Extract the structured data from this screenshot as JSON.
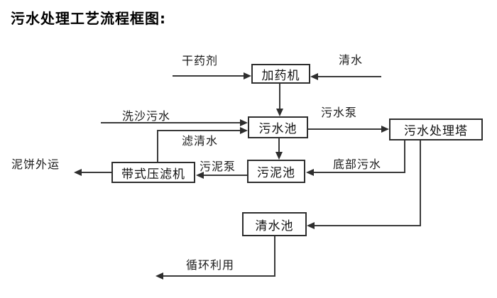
{
  "title": "污水处理工艺流程框图:",
  "diagram": {
    "type": "flowchart",
    "nodes": {
      "dosing_machine": "加药机",
      "sewage_pool": "污水池",
      "sludge_pool": "污泥池",
      "belt_filter_press": "带式压滤机",
      "sewage_treatment_tower": "污水处理塔",
      "clear_water_pool": "清水池"
    },
    "flow_labels": {
      "dry_agent": "干药剂",
      "clear_water": "清水",
      "sand_washing_sewage": "洗沙污水",
      "filtered_water": "滤清水",
      "sewage_pump": "污水泵",
      "sludge_pump": "污泥泵",
      "bottom_sewage": "底部污水",
      "mud_cake_transport": "泥饼外运",
      "recycling": "循环利用"
    },
    "edges": [
      {
        "from": "干药剂",
        "to": "加药机",
        "label": "干药剂"
      },
      {
        "from": "清水",
        "to": "加药机",
        "label": "清水"
      },
      {
        "from": "加药机",
        "to": "污水池",
        "label": ""
      },
      {
        "from": "洗沙污水",
        "to": "污水池",
        "label": "洗沙污水"
      },
      {
        "from": "带式压滤机",
        "to": "污水池",
        "label": "滤清水"
      },
      {
        "from": "污水池",
        "to": "污水处理塔",
        "label": "污水泵"
      },
      {
        "from": "污水池",
        "to": "污泥池",
        "label": ""
      },
      {
        "from": "污泥池",
        "to": "带式压滤机",
        "label": "污泥泵"
      },
      {
        "from": "带式压滤机",
        "to": "泥饼外运",
        "label": "泥饼外运"
      },
      {
        "from": "污水处理塔",
        "to": "污泥池",
        "label": "底部污水"
      },
      {
        "from": "污水处理塔",
        "to": "清水池",
        "label": ""
      },
      {
        "from": "清水池",
        "to": "循环利用",
        "label": "循环利用"
      }
    ]
  },
  "colors": {
    "background": "#ffffff",
    "line": "#3a3a3a",
    "box_border": "#2e2e2e",
    "text": "#111111"
  }
}
